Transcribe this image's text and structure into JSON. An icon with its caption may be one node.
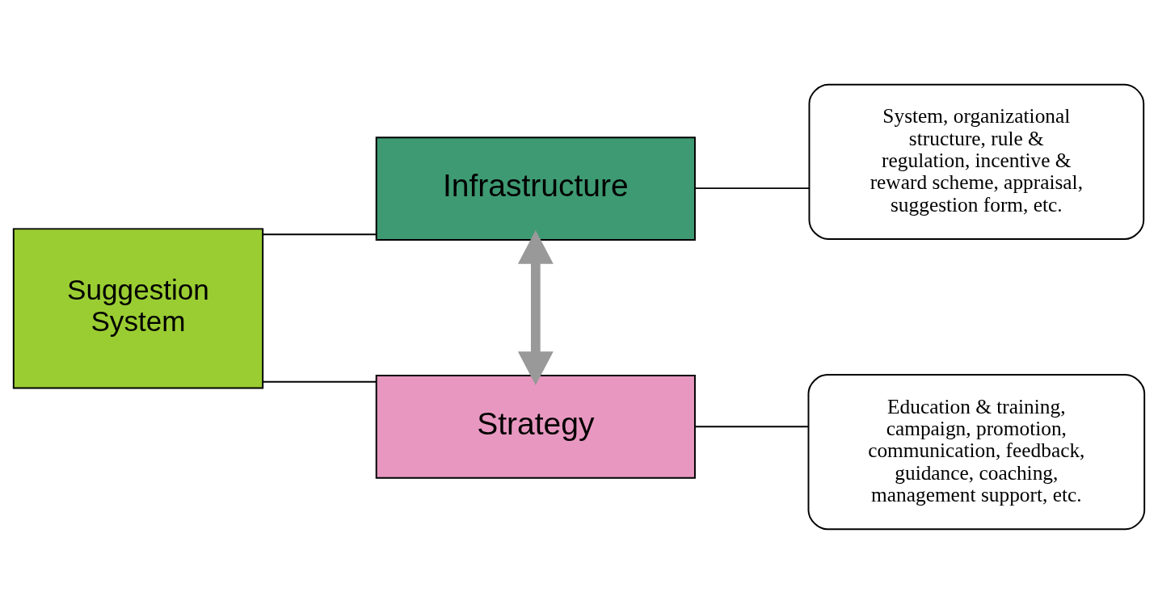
{
  "diagram": {
    "nodes": [
      {
        "text": [
          "Suggestion System"
        ]
      },
      {
        "text": [
          "Infrastructure"
        ]
      },
      {
        "text": [
          "Strategy"
        ]
      },
      {
        "text": [
          "System, organizational structure, rule & regulation, incentive & reward scheme, appraisal, suggestion form, etc."
        ]
      },
      {
        "text": [
          "Education & training, campaign, promotion, communication, feedback, guidance, coaching, management support, etc."
        ]
      }
    ],
    "edges": [
      {
        "from": 0,
        "to": 1,
        "arrow": "none"
      },
      {
        "from": 0,
        "to": 2,
        "arrow": "none"
      },
      {
        "from": 1,
        "to": 2,
        "arrow": "both",
        "style": "thick",
        "color": "#999999"
      },
      {
        "from": 3,
        "to": 1,
        "arrow": "none"
      },
      {
        "from": 4,
        "to": 2,
        "arrow": "none"
      }
    ]
  }
}
